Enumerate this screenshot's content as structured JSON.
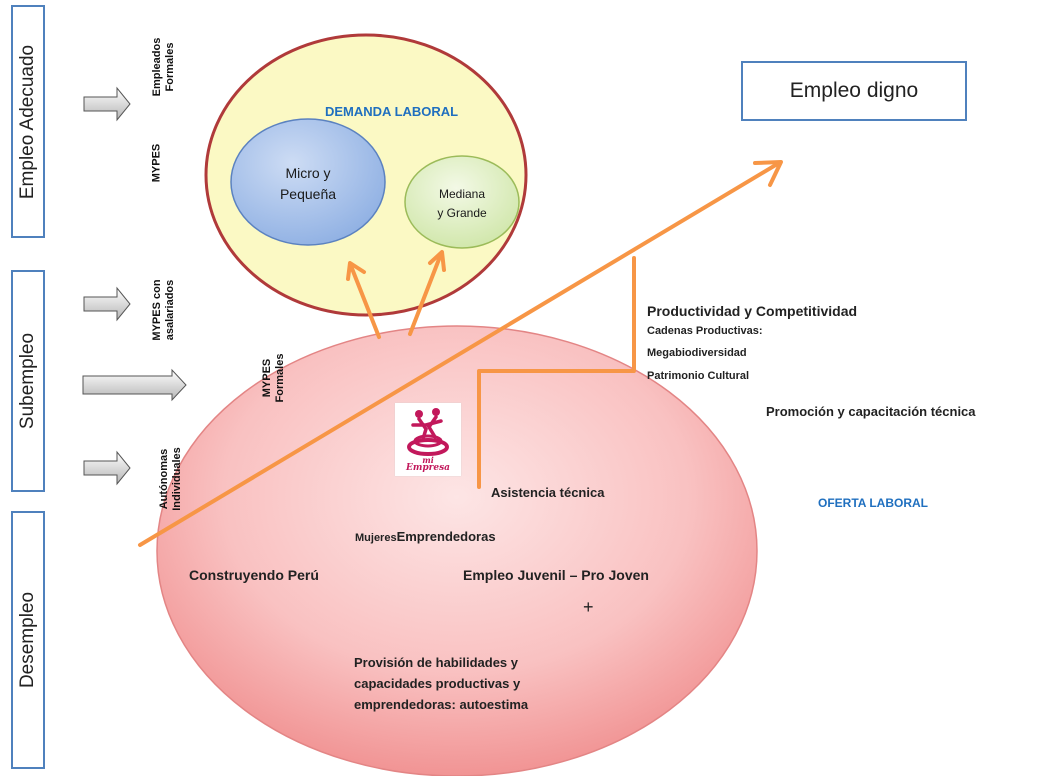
{
  "colors": {
    "box_border": "#4f81bd",
    "arrow_orange": "#f79646",
    "demand_fill": "#fbf9c4",
    "demand_border": "#b03a3a",
    "micro_fill": "#a9c4ec",
    "mediana_fill": "#e2f0c9",
    "supply_fill": "#f6a9a9",
    "label_blue": "#1f6fbf",
    "logo_magenta": "#c2185b"
  },
  "levels": {
    "empleo_adecuado": "Empleo Adecuado",
    "subempleo": "Subempleo",
    "desempleo": "Desempleo"
  },
  "side_labels": {
    "empleados_formales": [
      "Empleados",
      "Formales"
    ],
    "mypes": "MYPES",
    "mypes_asalariados": [
      "MYPES con",
      "asalariados"
    ],
    "mypes_formales": [
      "MYPES",
      "Formales"
    ],
    "autonomas": [
      "Autónomas",
      "Individuales"
    ]
  },
  "demanda": {
    "title": "DEMANDA LABORAL",
    "micro": [
      "Micro y",
      "Pequeña"
    ],
    "mediana": [
      "Mediana",
      "y Grande"
    ]
  },
  "empleo_digno": "Empleo digno",
  "right_labels": {
    "productividad": "Productividad y Competitividad",
    "cadenas": "Cadenas Productivas:",
    "megabiodiversidad": "Megabiodiversidad",
    "patrimonio": "Patrimonio Cultural",
    "promocion": "Promoción y capacitación técnica",
    "oferta": "OFERTA LABORAL"
  },
  "programs": {
    "asistencia": "Asistencia técnica",
    "mujeres_small": "Mujeres",
    "mujeres_big": "Emprendedoras",
    "construyendo": "Construyendo Perú",
    "juvenil": "Empleo Juvenil – Pro Joven",
    "plus": "+",
    "provision": [
      "Provisión de habilidades y",
      "capacidades productivas y",
      "emprendedoras: autoestima"
    ]
  },
  "logo": {
    "line1": "mi",
    "line2": "Empresa"
  }
}
